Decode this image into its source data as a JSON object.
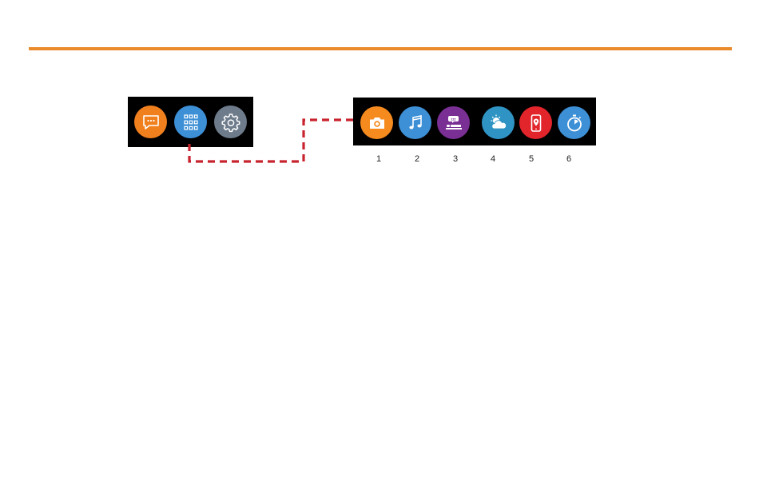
{
  "colors": {
    "accent_rule": "#e98a2b",
    "connector": "#c8242f",
    "bar": "#000000",
    "messages": "#f07f1e",
    "apps": "#3d8fd6",
    "settings": "#6e7b8b",
    "camera": "#f58a1f",
    "music": "#3d8fd6",
    "sleep": "#7a2f94",
    "weather": "#2f94c4",
    "find_phone": "#e2242b",
    "timer": "#3d8fd6"
  },
  "left_bar": {
    "items": [
      {
        "icon": "chat-bubble-icon"
      },
      {
        "icon": "apps-grid-icon"
      },
      {
        "icon": "gear-icon"
      }
    ]
  },
  "right_bar": {
    "items": [
      {
        "icon": "camera-icon",
        "number": "1"
      },
      {
        "icon": "music-note-icon",
        "number": "2"
      },
      {
        "icon": "sleep-icon",
        "number": "3"
      },
      {
        "icon": "weather-icon",
        "number": "4"
      },
      {
        "icon": "find-phone-icon",
        "number": "5"
      },
      {
        "icon": "stopwatch-icon",
        "number": "6"
      }
    ]
  }
}
